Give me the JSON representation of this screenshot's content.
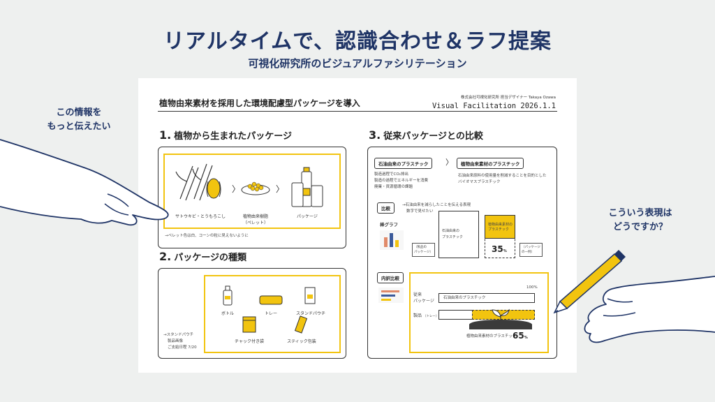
{
  "header": {
    "title": "リアルタイムで、認識合わせ＆ラフ提案",
    "subtitle": "可視化研究所のビジュアルファシリテーション"
  },
  "notes": {
    "left": [
      "この情報を",
      "もっと伝えたい"
    ],
    "right": [
      "こういう表現は",
      "どうですか？"
    ]
  },
  "board": {
    "title": "植物由来素材を採用した環境配慮型パッケージを導入",
    "company": "株式会社可視化研究所 担当デザイナー Takaya Ozawa",
    "date_label": "Visual Facilitation 2026.1.1",
    "section1": {
      "num": "1.",
      "heading": "植物から生まれたパッケージ",
      "items": [
        "サトウキビ・とうもろこし",
        "植物由来樹脂",
        "パッケージ"
      ],
      "pellet": "（ペレット）",
      "note": "→ペレット色は白、コーンの粒に見えないように"
    },
    "section2": {
      "num": "2.",
      "heading": "パッケージの種類",
      "items": [
        "ボトル",
        "トレー",
        "スタンドパウチ",
        "チャック付き袋",
        "スティック包装"
      ],
      "note": [
        "→スタンドパウチ",
        "製品画像",
        "ご支給日程 7/20"
      ]
    },
    "section3": {
      "num": "3.",
      "heading": "従来パッケージとの比較",
      "compare_left": "石油由来のプラスチック",
      "compare_left_desc": [
        "製造過程でCO₂排出",
        "製造の過程でエネルギーを消費",
        "廃棄・資源循環の課題"
      ],
      "compare_right": "植物由来素材のプラスチック",
      "compare_right_desc": [
        "石油由来原料の使用量を削減することを目的とした",
        "バイオマスプラスチック"
      ],
      "hikaku_tag": "比較",
      "hikaku_note": [
        "→石油由来を減らしたことを伝える表現",
        "数字で見せたい"
      ],
      "bar_graph_label": "棒グラフ",
      "bar_left_label": [
        "石油由来の",
        "プラスチック"
      ],
      "bar_right_label": [
        "植物由来素材の",
        "プラスチック"
      ],
      "bar_left_small": [
        "（製品の",
        "パッケージ）"
      ],
      "bar_right_small": [
        "（パッケージ",
        "の一例）"
      ],
      "percent_35": "35",
      "naiyaku_tag": "内訳比較",
      "row1_label": [
        "従来",
        "パッケージ"
      ],
      "row1_bar": "石油由来のプラスチック",
      "row2_label": "製品",
      "row2_small": "（トレー）",
      "pct100": "100%",
      "plant_caption": "植物由来素材のプラスチック",
      "percent_65": "65",
      "pct_unit": "%"
    }
  },
  "colors": {
    "navy": "#1f3466",
    "yellow": "#f2c40f",
    "background": "#eef0ef"
  }
}
